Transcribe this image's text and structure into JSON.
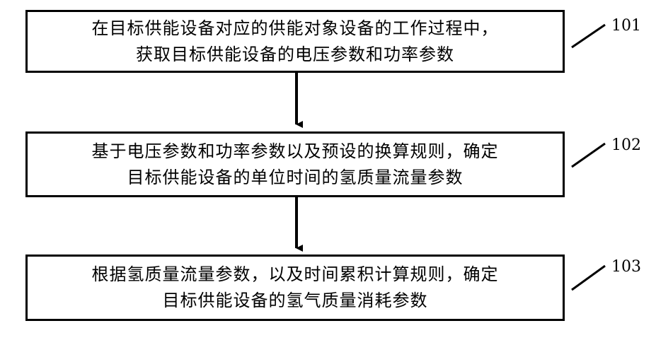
{
  "colors": {
    "stroke": "#000000",
    "background": "#ffffff"
  },
  "steps": [
    {
      "ref": "101",
      "lines": [
        "在目标供能设备对应的供能对象设备的工作过程中，",
        "获取目标供能设备的电压参数和功率参数"
      ]
    },
    {
      "ref": "102",
      "lines": [
        "基于电压参数和功率参数以及预设的换算规则，确定",
        "目标供能设备的单位时间的氢质量流量参数"
      ]
    },
    {
      "ref": "103",
      "lines": [
        "根据氢质量流量参数，以及时间累积计算规则，确定",
        "目标供能设备的氢气质量消耗参数"
      ]
    }
  ]
}
